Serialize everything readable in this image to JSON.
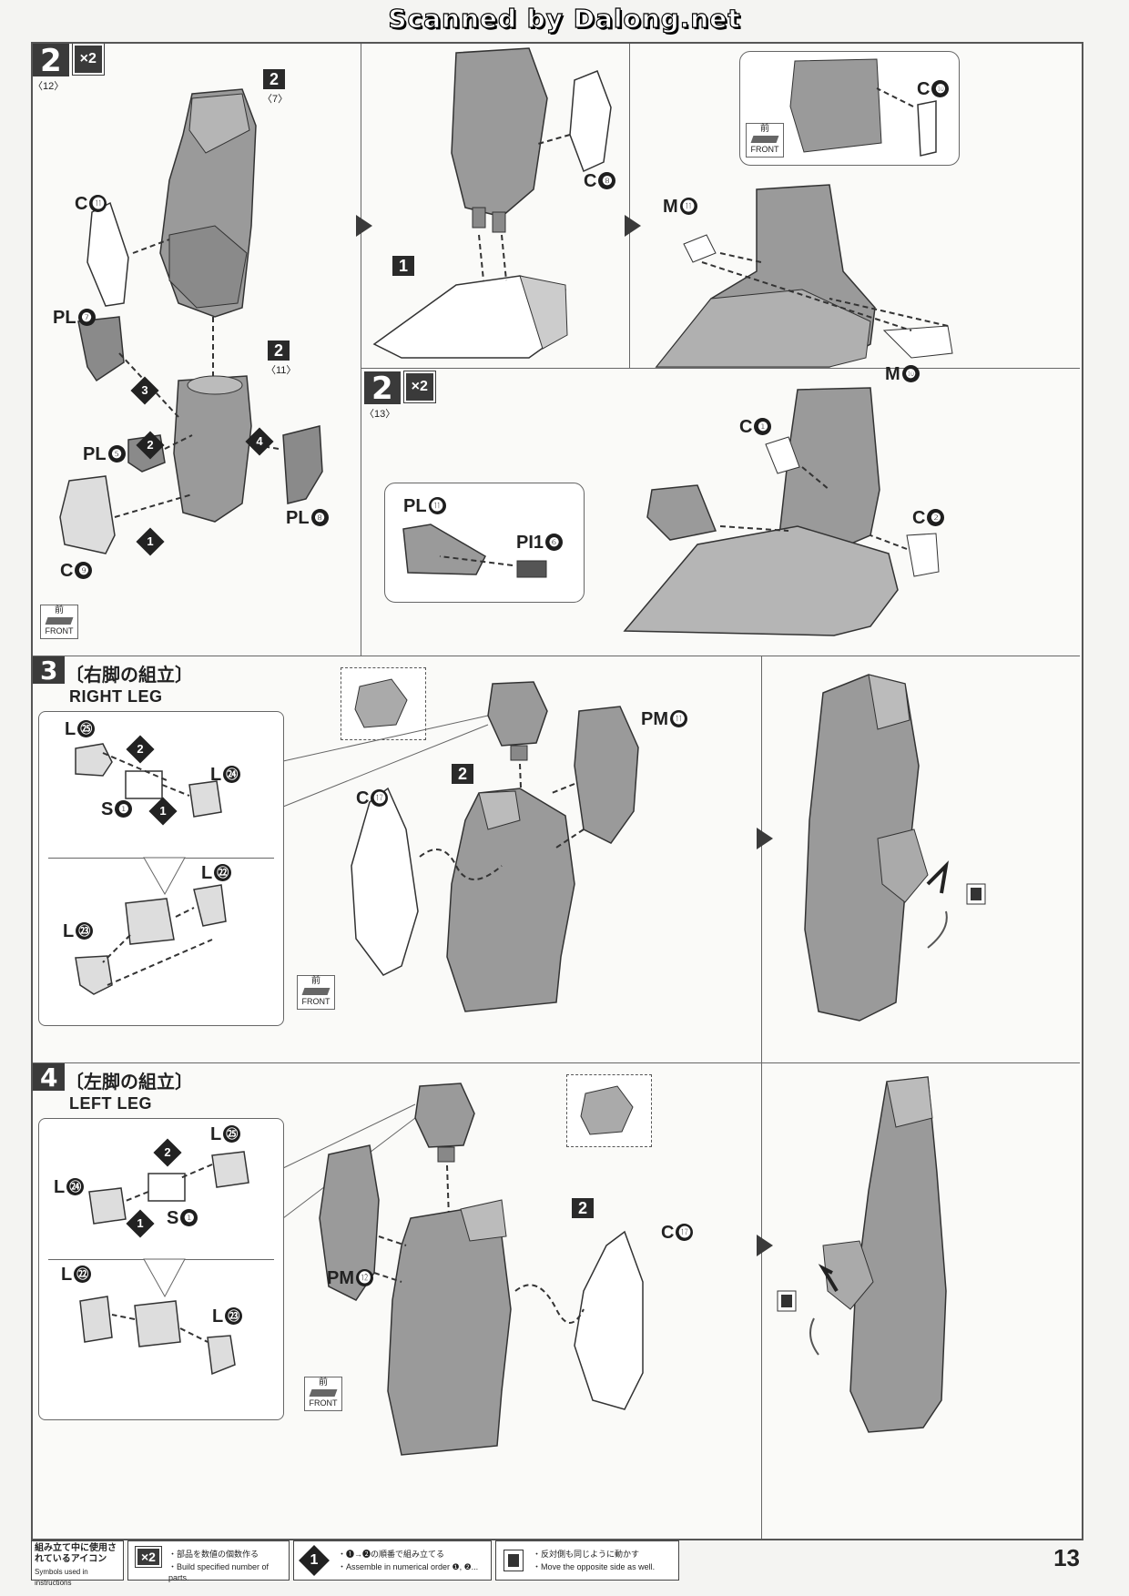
{
  "watermark": "Scanned by Dalong.net",
  "page_number": "13",
  "step2": {
    "number": "2",
    "ref": "〈12〉",
    "multiplier": "×2",
    "parts": {
      "c11": "C",
      "pl7": "PL",
      "pl5": "PL",
      "pl8": "PL",
      "c9": "C",
      "c8": "C",
      "c10": "C",
      "m11": "M",
      "m10": "M"
    },
    "part_nums": {
      "c11": "⓫",
      "pl7": "❼",
      "pl5": "❺",
      "pl8": "❽",
      "c9": "❾",
      "c8": "❽",
      "c10": "❿",
      "m11": "⓫",
      "m10": "❿"
    },
    "refs": {
      "ref7": "〈7〉",
      "ref11": "〈11〉"
    },
    "step_box_label": "2",
    "box1": "1",
    "orders": [
      "3",
      "2",
      "4",
      "1"
    ],
    "front_jp": "前",
    "front_en": "FRONT"
  },
  "step2b": {
    "number": "2",
    "ref": "〈13〉",
    "multiplier": "×2",
    "parts": {
      "c1": "C",
      "c2": "C",
      "pl11": "PL",
      "pi16": "PI1"
    },
    "part_nums": {
      "c1": "❶",
      "c2": "❷",
      "pl11": "⓫",
      "pi16": "❻"
    }
  },
  "step3": {
    "number": "3",
    "title_jp": "〔右脚の組立〕",
    "title_en": "RIGHT LEG",
    "parts": {
      "l25": "L",
      "l24": "L",
      "s1": "S",
      "l22": "L",
      "l23": "L",
      "pm11": "PM",
      "c17": "C"
    },
    "part_nums": {
      "l25": "㉕",
      "l24": "㉔",
      "s1": "❶",
      "l22": "㉒",
      "l23": "㉓",
      "pm11": "⓫",
      "c17": "⓱"
    },
    "box2": "2",
    "orders": [
      "2",
      "1"
    ],
    "front_jp": "前",
    "front_en": "FRONT"
  },
  "step4": {
    "number": "4",
    "title_jp": "〔左脚の組立〕",
    "title_en": "LEFT LEG",
    "parts": {
      "l25": "L",
      "l24": "L",
      "s1": "S",
      "l22": "L",
      "l23": "L",
      "pm12": "PM",
      "c17": "C"
    },
    "part_nums": {
      "l25": "㉕",
      "l24": "㉔",
      "s1": "❶",
      "l22": "㉒",
      "l23": "㉓",
      "pm12": "⓬",
      "c17": "⓱"
    },
    "box2": "2",
    "orders": [
      "2",
      "1"
    ],
    "front_jp": "前",
    "front_en": "FRONT"
  },
  "footer": {
    "icons_jp": "組み立て中に使用されているアイコン",
    "icons_en": "Symbols used in instructions",
    "x2_label": "×2",
    "x2_jp": "・部品を数値の個数作る",
    "x2_en": "・Build specified number of parts.",
    "order_symbol": "1",
    "order_jp": "・❶→❷の順番で組み立てる",
    "order_en": "・Assemble in numerical order ❶, ❷...",
    "mirror_jp": "・反対側も同じように動かす",
    "mirror_en": "・Move the opposite side as well."
  },
  "colors": {
    "part_fill": "#9a9a9a",
    "part_dark": "#6e6e6e",
    "badge": "#3a3a3a"
  }
}
